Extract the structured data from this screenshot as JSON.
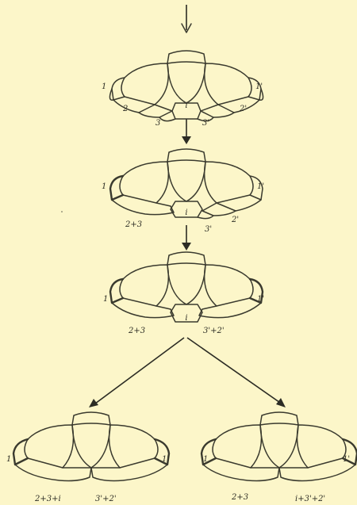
{
  "stages": [
    {
      "id": "stage-1",
      "labels": {
        "left_outer": "1",
        "right_outer": "1'",
        "left_mid": "2",
        "right_mid": "2'",
        "left_low": "3",
        "right_low": "3'",
        "center": "i"
      }
    },
    {
      "id": "stage-2",
      "labels": {
        "left_outer": "1",
        "right_outer": "1'",
        "left_low": "2+3",
        "right_low": "3'",
        "right_mid": "2'",
        "center": "i"
      }
    },
    {
      "id": "stage-3",
      "labels": {
        "left_outer": "1",
        "right_outer": "1'",
        "left_low": "2+3",
        "right_low": "3'+2'",
        "center": "i"
      }
    },
    {
      "id": "stage-4-left",
      "labels": {
        "left_outer": "1",
        "right_outer": "1'",
        "left_low": "2+3+i",
        "right_low": "3'+2'"
      }
    },
    {
      "id": "stage-4-right",
      "labels": {
        "left_outer": "1",
        "right_outer": "1'",
        "left_low": "2+3",
        "right_low": "i+3'+2'"
      }
    }
  ],
  "colors": {
    "background": "#fcf6c9",
    "ink": "#3a3a2e"
  }
}
